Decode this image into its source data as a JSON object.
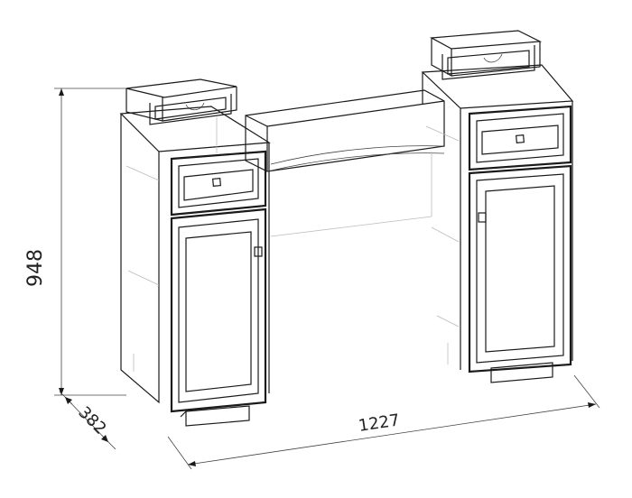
{
  "dimensions": {
    "height": "948",
    "depth": "382",
    "width": "1227"
  },
  "colors": {
    "line": "#1a1a1a",
    "ghost": "#bbbbbb",
    "background": "#ffffff"
  },
  "icons": {
    "knob": "knob-icon"
  }
}
